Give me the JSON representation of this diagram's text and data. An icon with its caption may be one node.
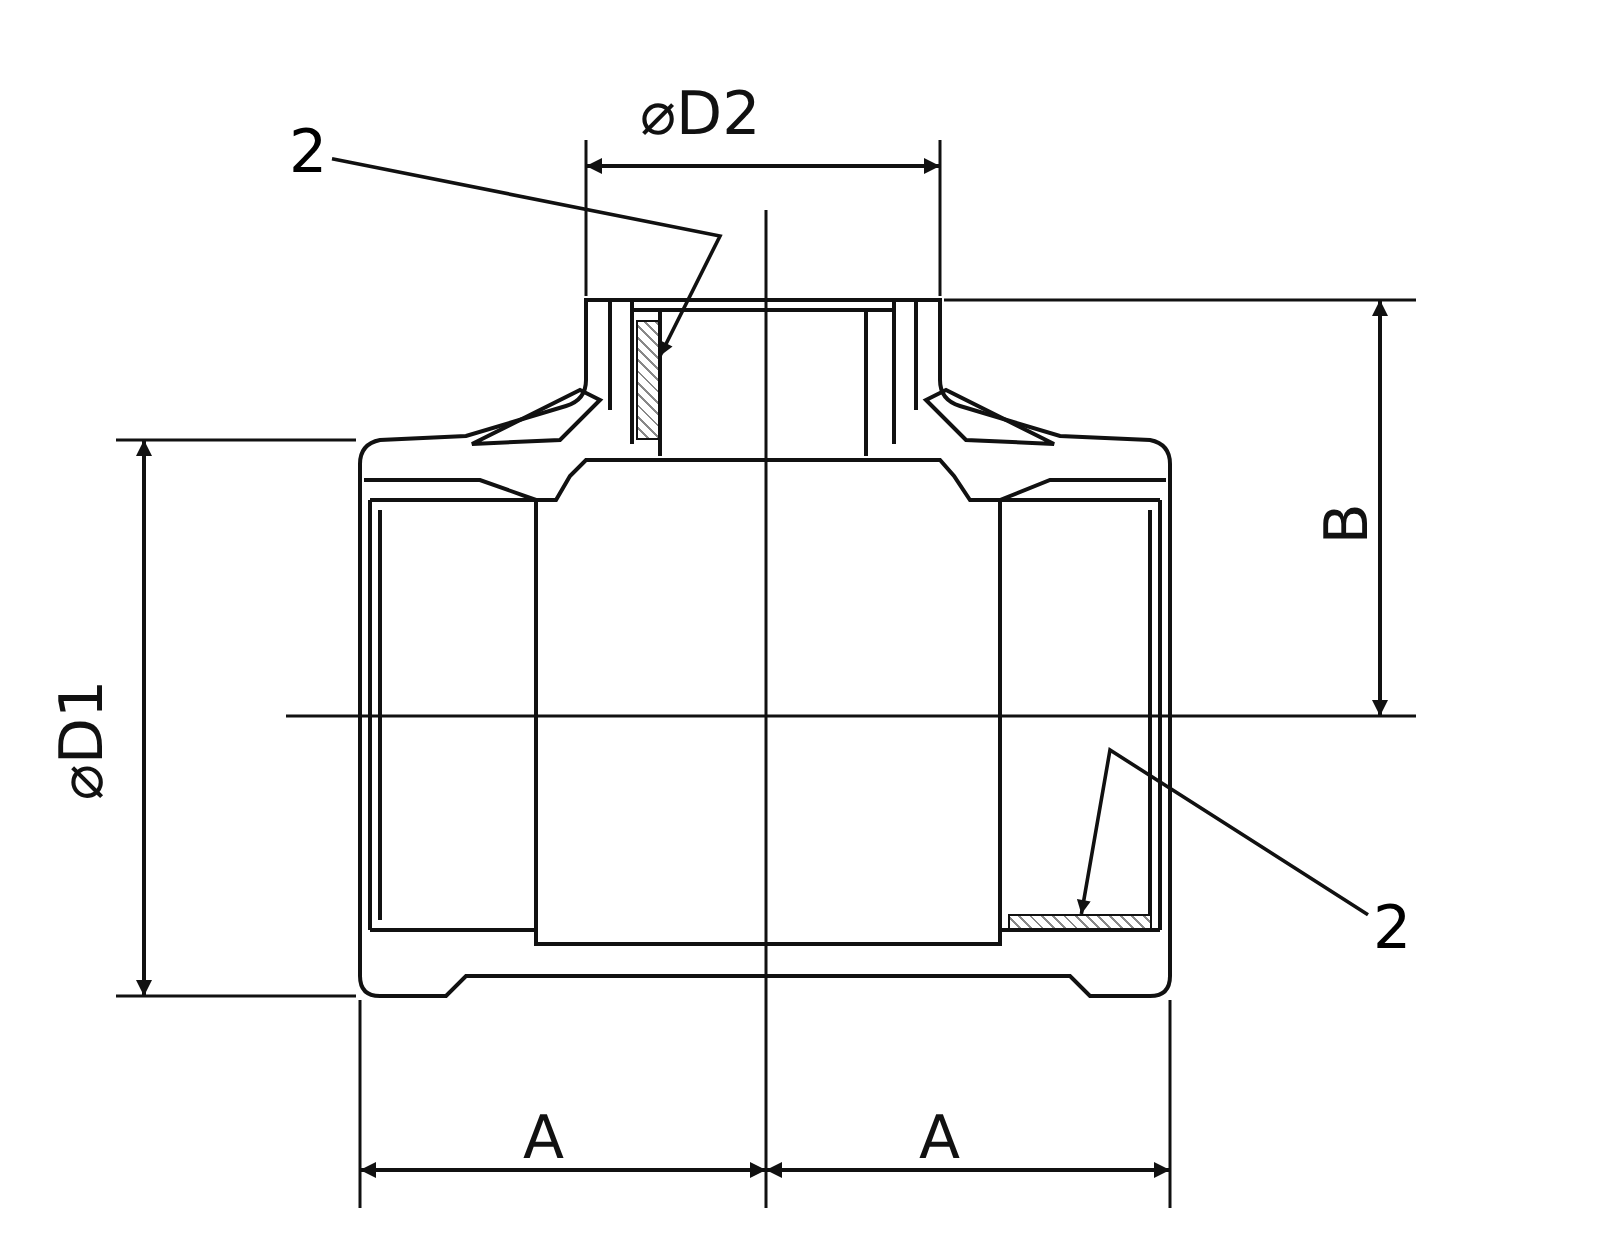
{
  "diagram": {
    "nodes": [
      {
        "text": [
          "2"
        ]
      },
      {
        "text": [],
        "shape": "box"
      },
      {
        "text": [
          "2"
        ]
      },
      {
        "text": [],
        "shape": "box"
      }
    ],
    "edges": [
      {
        "from": 0,
        "to": 1,
        "arrow": "to"
      },
      {
        "from": 2,
        "to": 3,
        "arrow": "to"
      }
    ],
    "labels": [
      "⌀D2",
      "⌀D1",
      "B",
      "A",
      "A"
    ]
  }
}
